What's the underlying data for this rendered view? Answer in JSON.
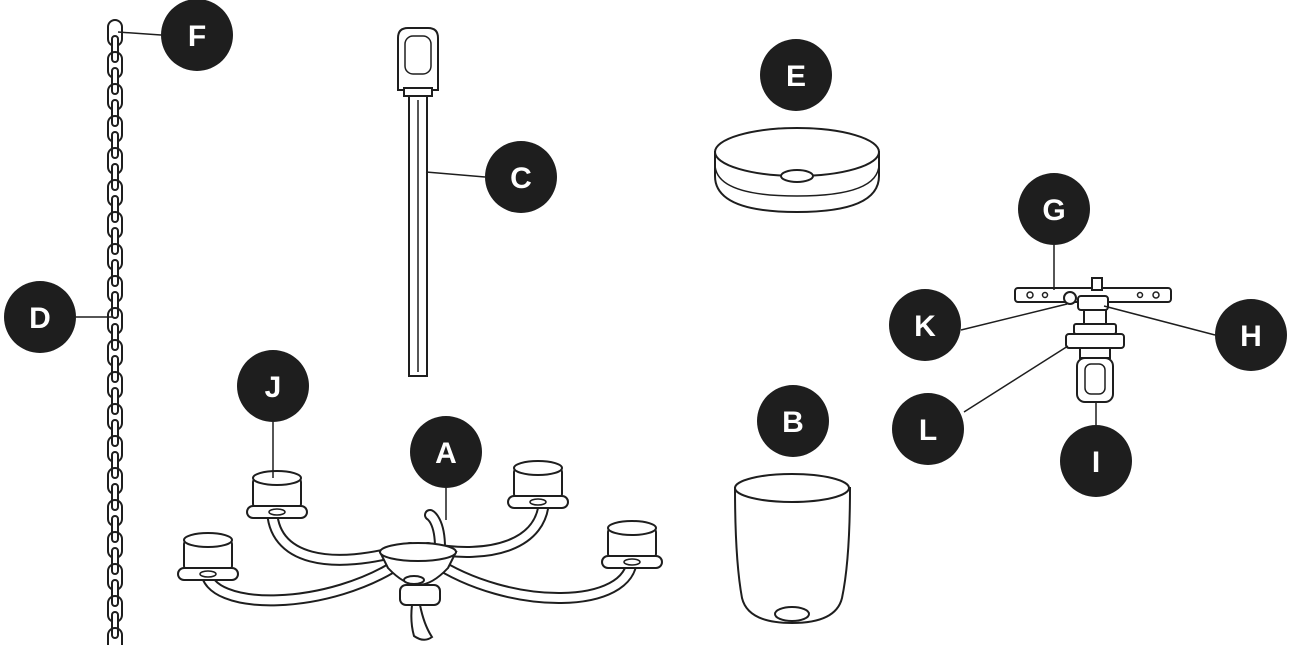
{
  "callouts": {
    "a": "A",
    "b": "B",
    "c": "C",
    "d": "D",
    "e": "E",
    "f": "F",
    "g": "G",
    "h": "H",
    "i": "I",
    "j": "J",
    "k": "K",
    "l": "L"
  },
  "colors": {
    "badge": "#1e1e1e",
    "badge_text": "#ffffff",
    "line": "#1e1e1e"
  }
}
